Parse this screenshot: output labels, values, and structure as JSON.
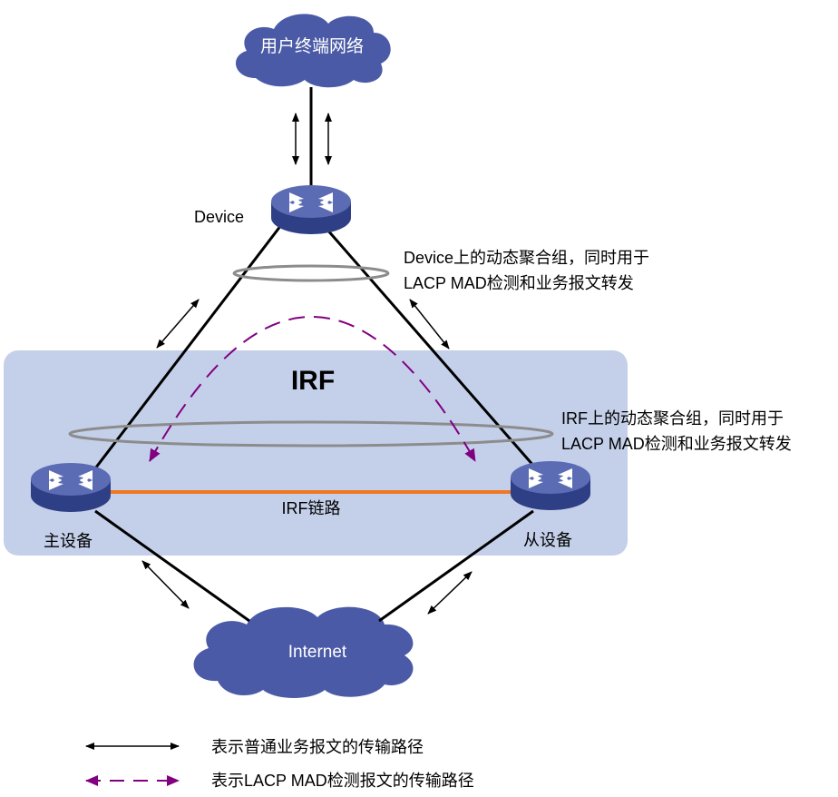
{
  "cloud_top": {
    "label": "用户终端网络"
  },
  "cloud_bottom": {
    "label": "Internet"
  },
  "device": {
    "label": "Device"
  },
  "irf": {
    "title": "IRF",
    "link_label": "IRF链路"
  },
  "master": {
    "label": "主设备"
  },
  "slave": {
    "label": "从设备"
  },
  "device_annotation": {
    "line1": "Device上的动态聚合组，同时用于",
    "line2": "LACP MAD检测和业务报文转发"
  },
  "irf_annotation": {
    "line1": "IRF上的动态聚合组，同时用于",
    "line2": "LACP MAD检测和业务报文转发"
  },
  "legend": {
    "solid": "表示普通业务报文的传输路径",
    "dashed": "表示LACP MAD检测报文的传输路径"
  },
  "colors": {
    "irf_area": "#c4d0ea",
    "cloud": "#4a5aa6",
    "switch_top": "#5b6cb5",
    "irf_link": "#f07820",
    "lacp_path": "#800080",
    "aggregation_ring": "#8c8c8c"
  }
}
